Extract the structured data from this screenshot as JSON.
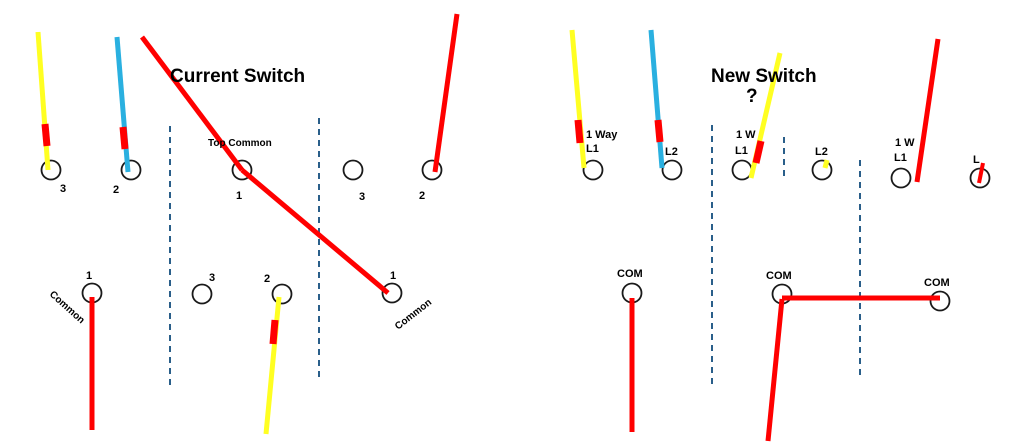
{
  "colors": {
    "red": "#ff0000",
    "yellow": "#ffff22",
    "blue": "#2ab0e0",
    "divider": "#2a5f8a"
  },
  "current": {
    "title": "Current Switch",
    "top_common": "Top Common",
    "labels": {
      "t3_left": "3",
      "t2_left": "2",
      "t1_center": "1",
      "t3_right": "3",
      "t2_right": "2",
      "b1_left": "1",
      "common_left": "Common",
      "b3_mid": "3",
      "b2_mid": "2",
      "b1_right": "1",
      "common_right": "Common"
    }
  },
  "new": {
    "title": "New Switch",
    "question": "?",
    "labels": {
      "one_way_a": "1 Way",
      "l1_a": "L1",
      "l2_a": "L2",
      "one_way_b": "1 W",
      "l1_b": "L1",
      "l2_b": "L2",
      "one_way_c": "1 W",
      "l1_c": "L1",
      "l_c": "L",
      "com_a": "COM",
      "com_b": "COM",
      "com_c": "COM"
    }
  }
}
